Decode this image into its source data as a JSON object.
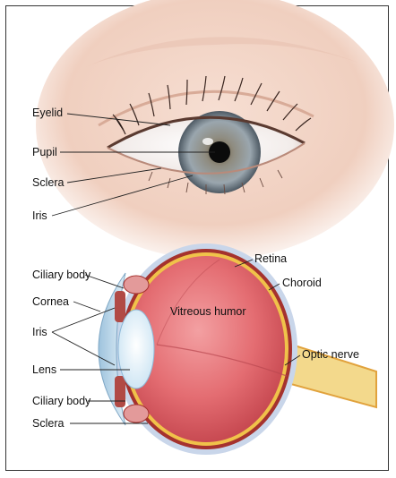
{
  "labels": {
    "eyelid": "Eyelid",
    "pupil": "Pupil",
    "sclera_top": "Sclera",
    "iris_top": "Iris",
    "ciliary_body_top": "Ciliary body",
    "cornea": "Cornea",
    "iris_bottom": "Iris",
    "lens": "Lens",
    "ciliary_body_bottom": "Ciliary body",
    "sclera_bottom": "Sclera",
    "retina": "Retina",
    "choroid": "Choroid",
    "vitreous_humor": "Vitreous humor",
    "optic_nerve": "Optic nerve"
  },
  "colors": {
    "skin": "#f3d7c8",
    "iris": "#8e9aa3",
    "vitreous": "#e06a70",
    "choroid": "#a5322e",
    "retina_layer": "#f0c24a",
    "sclera_layer": "#c9d6ea",
    "nerve": "#f3d98c"
  }
}
